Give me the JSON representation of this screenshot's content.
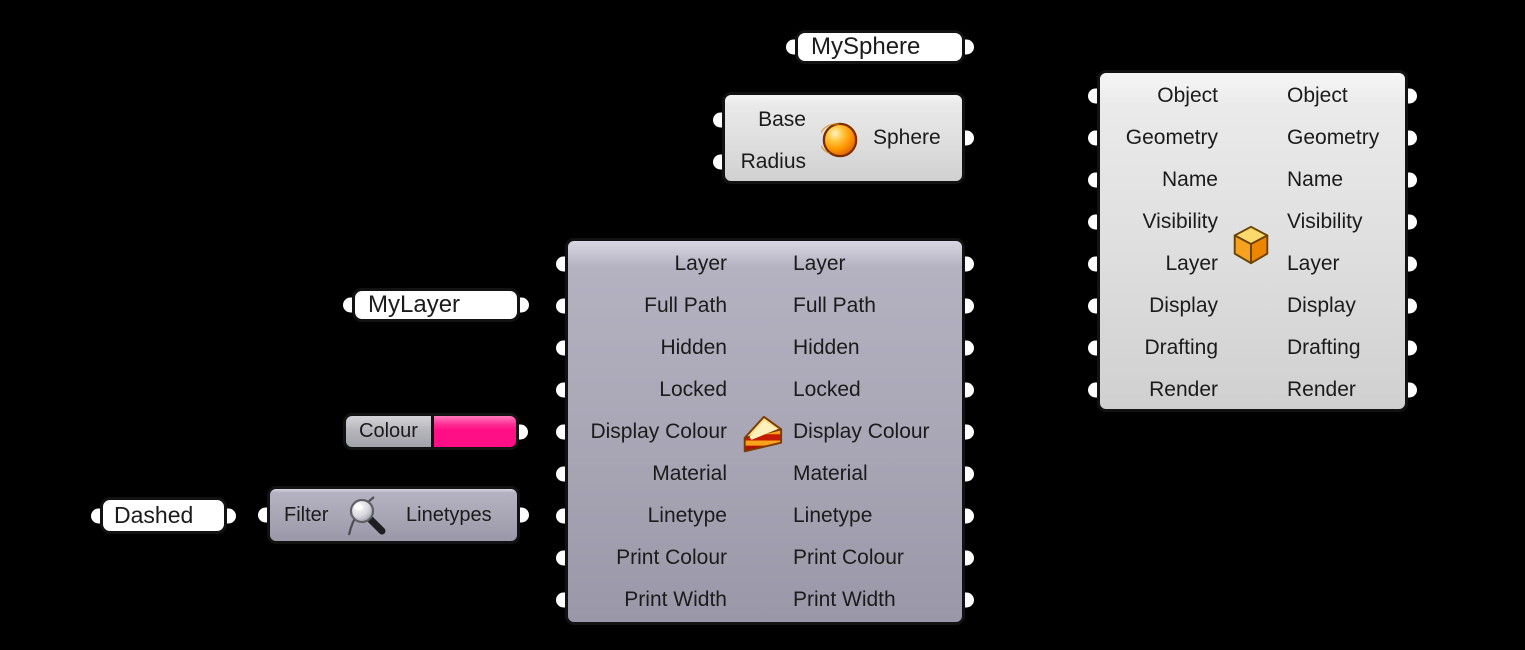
{
  "panels": {
    "mysphere": "MySphere",
    "mylayer": "MyLayer",
    "dashed": "Dashed"
  },
  "sphere_component": {
    "inputs": [
      "Base",
      "Radius"
    ],
    "output_label": "Sphere",
    "icon": "sphere-icon"
  },
  "model_layer_component": {
    "param_labels": [
      "Layer",
      "Full Path",
      "Hidden",
      "Locked",
      "Display Colour",
      "Material",
      "Linetype",
      "Print Colour",
      "Print Width"
    ],
    "icon": "cake-slice-icon"
  },
  "model_object_component": {
    "param_labels": [
      "Object",
      "Geometry",
      "Name",
      "Visibility",
      "Layer",
      "Display",
      "Drafting",
      "Render"
    ],
    "icon": "box-icon"
  },
  "colour_swatch": {
    "label": "Colour",
    "swatch_color": "#FF0F85"
  },
  "linetypes_component": {
    "input_label": "Filter",
    "output_label": "Linetypes",
    "icon": "magnifier-icon"
  },
  "colors": {
    "canvas_background": "#000000",
    "component_light": "#DEDEDE",
    "component_dark": "#A8A6B5",
    "panel_background": "#FFFFFF",
    "swatch_pink": "#FF0F85"
  }
}
